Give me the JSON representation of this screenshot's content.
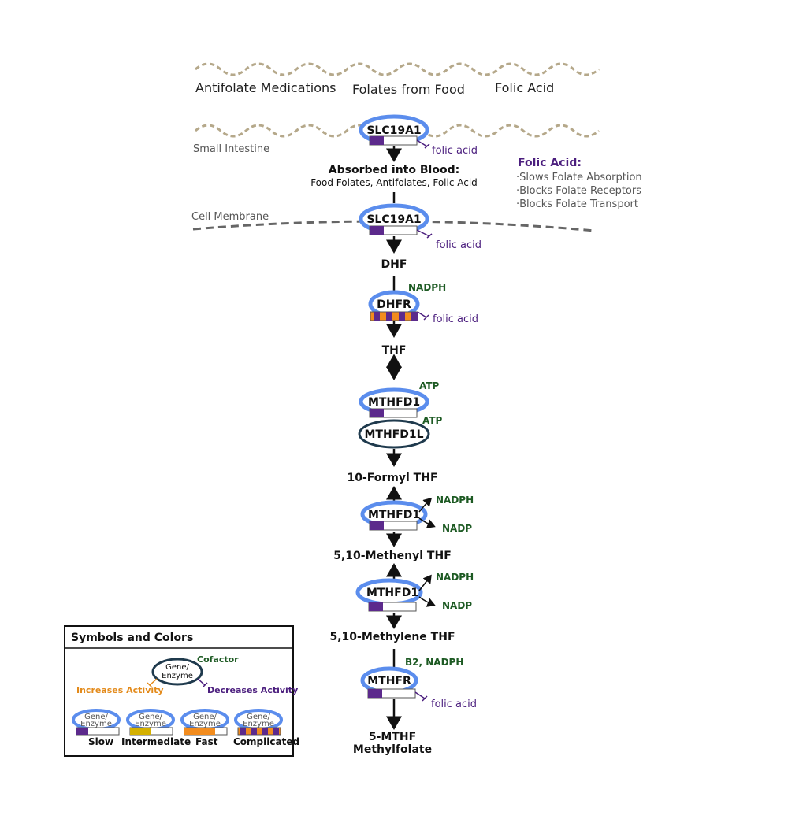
{
  "sources": {
    "antifolate": "Antifolate Medications",
    "food": "Folates from Food",
    "folic": "Folic Acid"
  },
  "regions": {
    "small_intestine": "Small Intestine",
    "cell_membrane": "Cell Membrane"
  },
  "absorbed": {
    "title": "Absorbed into Blood:",
    "detail": "Food Folates, Antifolates, Folic Acid"
  },
  "note": {
    "title": "Folic Acid:",
    "items": [
      "·Slows Folate Absorption",
      "·Blocks Folate Receptors",
      "·Blocks Folate Transport"
    ]
  },
  "enzymes": {
    "slc19a1": "SLC19A1",
    "dhfr": "DHFR",
    "mthfd1": "MTHFD1",
    "mthfd1l": "MTHFD1L",
    "mthfr": "MTHFR"
  },
  "metabolites": {
    "dhf": "DHF",
    "thf": "THF",
    "formyl": "10-Formyl THF",
    "methenyl": "5,10-Methenyl THF",
    "methylene": "5,10-Methylene THF",
    "mthf": "5-MTHF",
    "methylfolate": "Methylfolate"
  },
  "cofactors": {
    "nadph": "NADPH",
    "nadp": "NADP",
    "atp": "ATP",
    "b2_nadph": "B2, NADPH"
  },
  "inhibitor": "folic acid",
  "legend": {
    "title": "Symbols and Colors",
    "cofactor": "Cofactor",
    "gene_line1": "Gene/",
    "gene_line2": "Enzyme",
    "increases": "Increases Activity",
    "decreases": "Decreases Activity",
    "slow": "Slow",
    "intermediate": "Intermediate",
    "fast": "Fast",
    "complicated": "Complicated"
  },
  "colors": {
    "enzyme_ring": "#5b8ded",
    "slow": "#5c2a8c",
    "intermediate": "#d4b000",
    "fast": "#f28c1e",
    "cofactor_text": "#1d5a23",
    "inhibitor": "#4b1e7e",
    "membrane_wave": "#b5a88a",
    "dark_ring": "#1f3a4d"
  }
}
